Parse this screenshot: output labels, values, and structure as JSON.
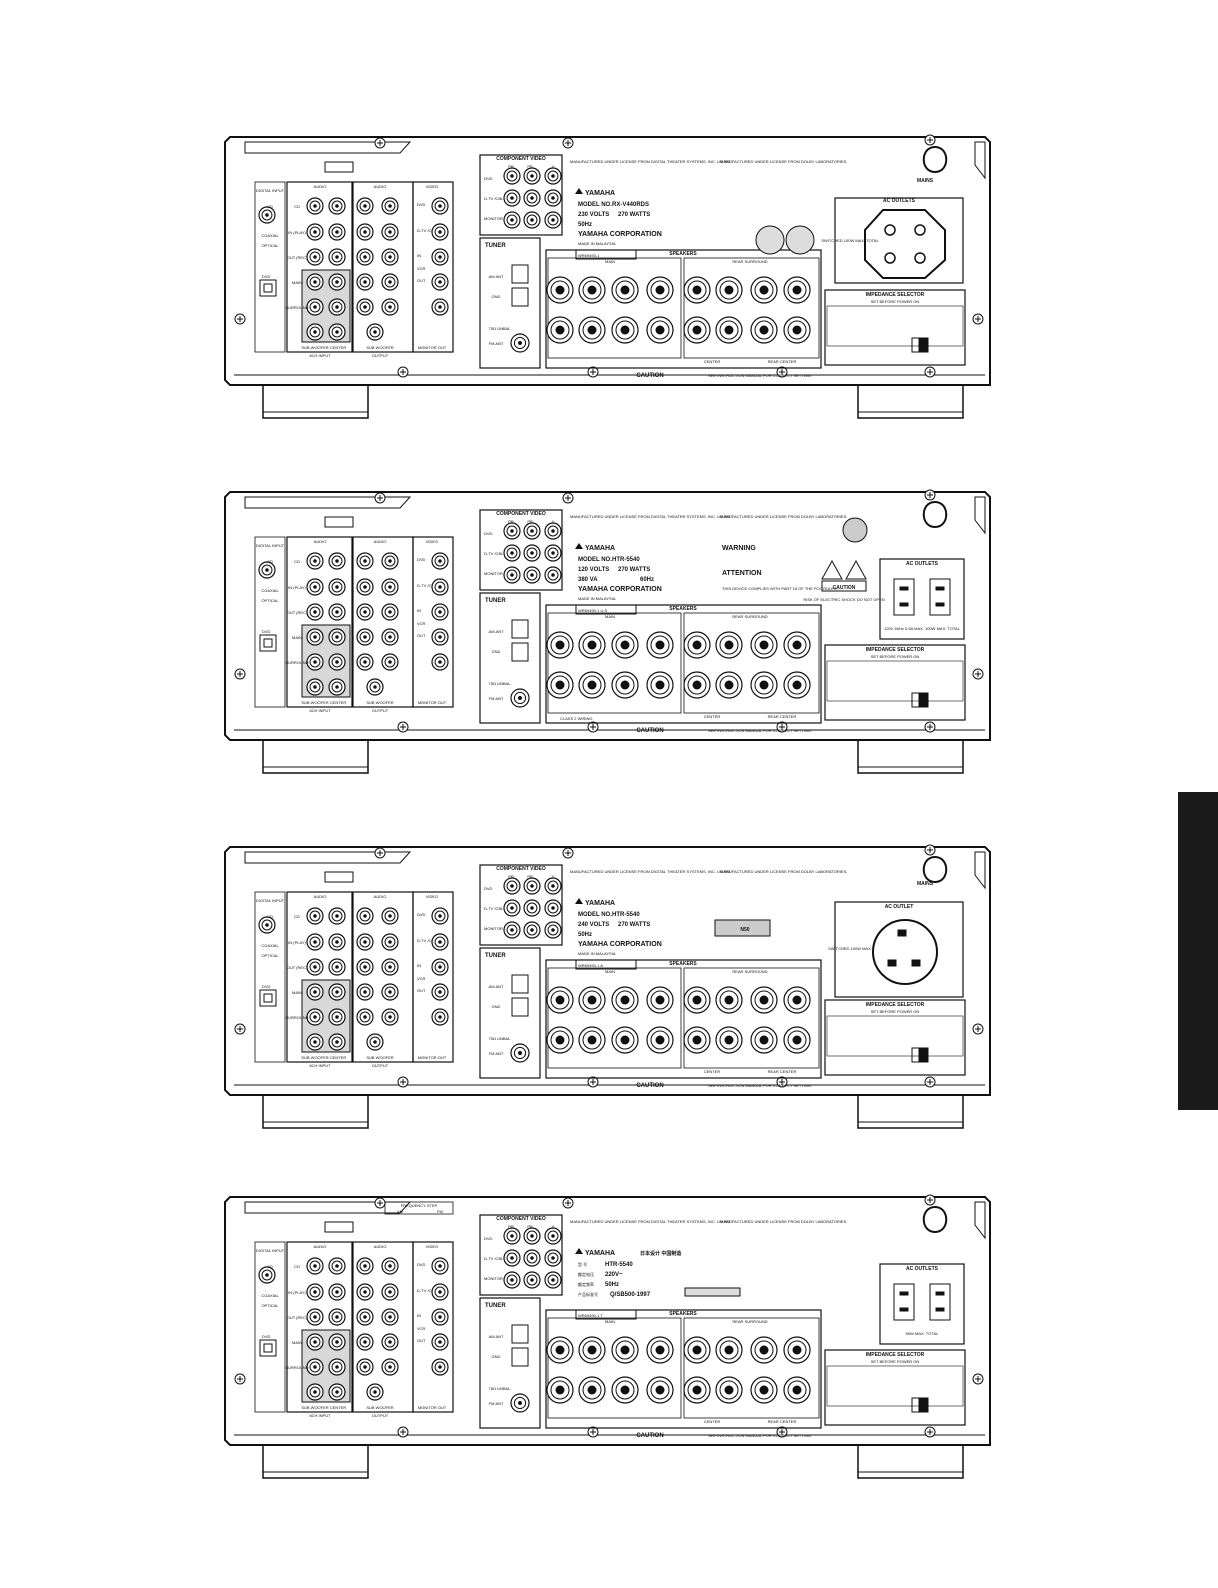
{
  "panels": [
    {
      "model": "RX-V440RDS",
      "voltage": "230 VOLTS",
      "watts": "270 WATTS",
      "freq": "50Hz",
      "label": "WR69490-1",
      "outlets": "euro",
      "outlets_title": "AC OUTLETS",
      "outlets_note": "SWITCHED 100W MAX. TOTAL",
      "mains": "MAINS",
      "made_in": "MADE IN MALAYSIA",
      "cjk": "",
      "extra": ""
    },
    {
      "model": "HTR-5540",
      "voltage": "120 VOLTS",
      "watts": "270 WATTS",
      "freq": "60Hz",
      "va": "380 VA",
      "label": "WR69490-1 U.S",
      "outlets": "us",
      "outlets_title": "AC OUTLETS",
      "outlets_note": "120V 60Hz 0.5A MAX. 100W MAX. TOTAL",
      "mains": "",
      "made_in": "MADE IN MALAYSIA",
      "cjk": "",
      "extra": "class2"
    },
    {
      "model": "HTR-5540",
      "voltage": "240 VOLTS",
      "watts": "270 WATTS",
      "freq": "50Hz",
      "label": "WR69490-1 A",
      "outlets": "au",
      "outlets_title": "AC OUTLET",
      "outlets_note": "SWITCHED 100W MAX.",
      "mains": "MAINS",
      "made_in": "MADE IN MALAYSIA",
      "cjk": "",
      "extra": "n50"
    },
    {
      "model": "HTR-5540",
      "voltage": "220V~",
      "watts": "",
      "freq": "50Hz",
      "label": "WR69490-1 T",
      "outlets": "cn",
      "outlets_title": "AC OUTLETS",
      "outlets_note": "50W MAX. TOTAL",
      "mains": "",
      "made_in": "",
      "cjk": "日本设计 中国制造",
      "cjk_model_label": "型 号",
      "cjk_volt_label": "额定电压",
      "cjk_freq_label": "额定频率",
      "cjk_std_label": "产品标准号",
      "std_no": "Q/SB500-1997",
      "extra": "freqstep"
    }
  ],
  "labels": {
    "component_video": "COMPONENT VIDEO",
    "pr": "PR",
    "pb": "PB",
    "y": "Y",
    "dvd": "DVD",
    "dtv": "D-TV /CBL",
    "monitor_out": "MONITOR OUT",
    "tuner": "TUNER",
    "am_ant": "AM ANT",
    "gnd": "GND",
    "unbal": "75Ω UNBAL.",
    "fm_ant": "FM ANT",
    "speakers": "SPEAKERS",
    "main": "MAIN",
    "rear_surround": "REAR SURROUND",
    "center": "CENTER",
    "rear_center": "REAR CENTER",
    "caution": "CAUTION",
    "caution_note": "SEE INSTRUCTION MANUAL FOR CORRECT SETTING.",
    "impedance_selector": "IMPEDANCE SELECTOR",
    "set_before": "SET BEFORE POWER ON",
    "audio": "AUDIO",
    "video": "VIDEO",
    "digital_input": "DIGITAL INPUT",
    "cd": "CD",
    "coaxial": "COAXIAL",
    "optical": "OPTICAL",
    "in_play": "IN (PLAY)",
    "md_cdr": "MD /CD-R",
    "out_rec": "OUT (REC)",
    "in": "IN",
    "vcr": "VCR",
    "out": "OUT",
    "main_in": "MAIN",
    "surround": "SURROUND",
    "sub_woofer": "SUB WOOFER",
    "ch6_input": "6CH INPUT",
    "output": "OUTPUT",
    "monitor_out2": "MONITOR OUT",
    "model_no": "MODEL NO.",
    "yamaha": "YAMAHA",
    "yamaha_corp": "YAMAHA CORPORATION",
    "dts_text": "MANUFACTURED UNDER LICENSE FROM DIGITAL THEATER SYSTEMS, INC. US PAT.",
    "dolby_text": "MANUFACTURED UNDER LICENSE FROM DOLBY LABORATORIES.",
    "warning": "WARNING",
    "attention": "ATTENTION",
    "fcc": "THIS DEVICE COMPLIES WITH PART 15 OF THE FCC RULES.",
    "class2": "CLASS 2 WIRING",
    "freq_step": "FREQUENCY STEP",
    "am": "AM",
    "fm": "FM",
    "caution_triangle": "CAUTION",
    "shock": "RISK OF ELECTRIC SHOCK DO NOT OPEN",
    "n50": "N50"
  }
}
